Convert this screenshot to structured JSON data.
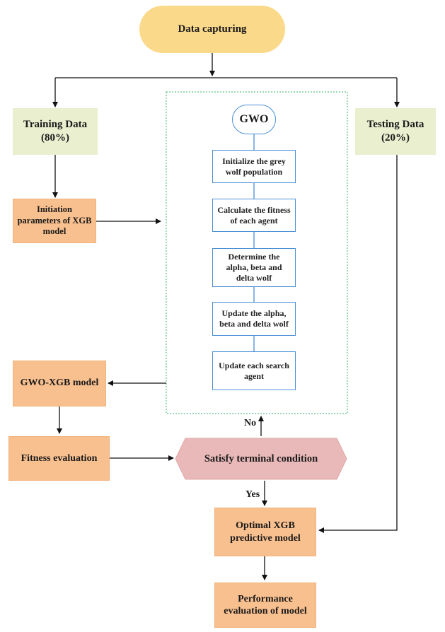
{
  "diagram": {
    "start": "Data capturing",
    "training_data": {
      "line1": "Training Data",
      "line2": "(80%)"
    },
    "testing_data": {
      "line1": "Testing Data",
      "line2": "(20%)"
    },
    "init_params": {
      "line1": "Initiation",
      "line2": "parameters of XGB",
      "line3": "model"
    },
    "gwo": {
      "title": "GWO",
      "steps": [
        {
          "line1": "Initialize the grey",
          "line2": "wolf population"
        },
        {
          "line1": "Calculate the fitness",
          "line2": "of each agent"
        },
        {
          "line1": "Determine the",
          "line2": "alpha, beta and",
          "line3": "delta wolf"
        },
        {
          "line1": "Update the alpha,",
          "line2": "beta and delta wolf"
        },
        {
          "line1": "Update each search",
          "line2": "agent"
        }
      ]
    },
    "gwo_xgb_model": "GWO-XGB model",
    "fitness_evaluation": "Fitness evaluation",
    "terminal_condition": "Satisfy terminal condition",
    "no_label": "No",
    "yes_label": "Yes",
    "optimal_model": {
      "line1": "Optimal XGB",
      "line2": "predictive model"
    },
    "performance": {
      "line1": "Performance",
      "line2": "evaluation of model"
    },
    "colors": {
      "start_fill": "#fbd98a",
      "data_fill": "#e9efcf",
      "process_fill": "#f9c08f",
      "gwo_border": "#4a8fd4",
      "dotted_frame": "#5cc08a",
      "decision_fill": "#e9b8b8"
    }
  }
}
